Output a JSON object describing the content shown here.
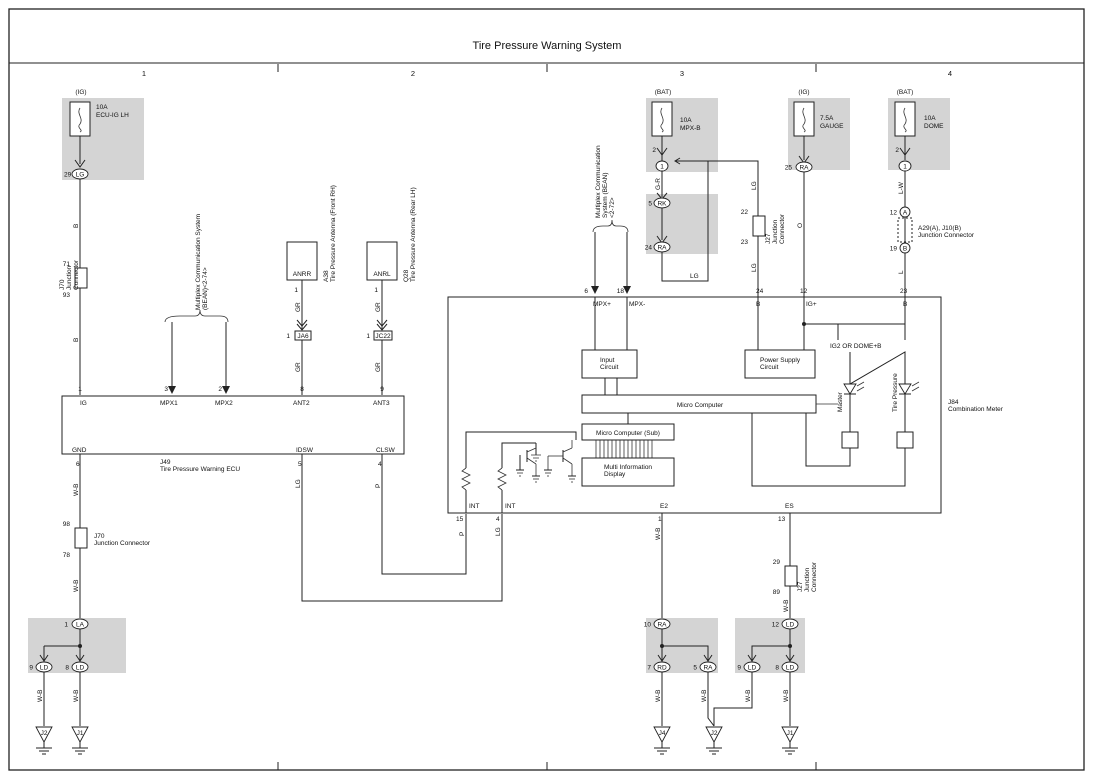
{
  "title": "Tire Pressure Warning System",
  "columns": [
    "1",
    "2",
    "3",
    "4"
  ],
  "fuses": [
    {
      "supply": "(IG)",
      "rating": "10A",
      "name": "ECU-IG LH",
      "pin_num": "29",
      "pin_code": "LG"
    },
    {
      "supply": "(BAT)",
      "rating": "10A",
      "name": "MPX-B",
      "pin_num": "2",
      "pin_code": "1"
    },
    {
      "supply": "(IG)",
      "rating": "7.5A",
      "name": "GAUGE",
      "pin_num": "25",
      "pin_code": "RA"
    },
    {
      "supply": "(BAT)",
      "rating": "10A",
      "name": "DOME",
      "pin_num": "2",
      "pin_code": "1"
    }
  ],
  "wires": {
    "b": "B",
    "gr": "GR",
    "lg": "LG",
    "p": "P",
    "wb": "W-B",
    "gr_lh": "G-R",
    "o": "O",
    "l": "L",
    "lw": "L-W"
  },
  "j70a": {
    "top": "71",
    "bottom": "93",
    "label": "J70\nJunction\nConnector"
  },
  "j70b": {
    "top": "98",
    "bottom": "78",
    "label": "J70\nJunction Connector"
  },
  "j27a": {
    "top": "22",
    "bottom": "23",
    "label": "J27\nJunction\nConnector"
  },
  "j27b": {
    "top": "29",
    "bottom": "89",
    "label": "J27\nJunction\nConnector"
  },
  "a29": {
    "top": "12",
    "top_code": "A",
    "bottom": "19",
    "bottom_code": "B",
    "label": "A29(A), J10(B)\nJunction Connector"
  },
  "mpx_label_left": "Multiplex Communication System\n(BEAN)<2-74>",
  "mpx_label_right": "Multiplex Communication\nSystem (BEAN)\n<2-72>",
  "ant_front": {
    "box": "ANRR",
    "label": "A38\nTire Pressure Antenna (Front RH)",
    "pin": "1",
    "jc": "JA6",
    "jc_pin": "1"
  },
  "ant_rear": {
    "box": "ANRL",
    "label": "Q28\nTire Pressure Antenna (Rear LH)",
    "pin": "1",
    "jc": "JC22",
    "jc_pin": "1"
  },
  "ecu": {
    "name": "J49\nTire Pressure Warning ECU",
    "top_pins": [
      {
        "num": "1",
        "label": "IG"
      },
      {
        "num": "3",
        "label": "MPX1"
      },
      {
        "num": "2",
        "label": "MPX2"
      },
      {
        "num": "8",
        "label": "ANT2"
      },
      {
        "num": "9",
        "label": "ANT3"
      }
    ],
    "bottom_pins": [
      {
        "num": "6",
        "label": "GND"
      },
      {
        "num": "5",
        "label": "IDSW"
      },
      {
        "num": "4",
        "label": "CLSW"
      }
    ]
  },
  "meter": {
    "name": "J84\nCombination Meter",
    "top_pins": [
      {
        "num": "6",
        "label": "MPX+"
      },
      {
        "num": "18",
        "label": "MPX-"
      },
      {
        "num": "24",
        "label": "B"
      },
      {
        "num": "12",
        "label": "IG+"
      },
      {
        "num": "23",
        "label": "B"
      }
    ],
    "bottom_pins": [
      {
        "num": "15",
        "label": "INT"
      },
      {
        "num": "4",
        "label": "INT"
      },
      {
        "num": "1",
        "label": "E2"
      },
      {
        "num": "13",
        "label": "ES"
      }
    ],
    "input_circuit": "Input\nCircuit",
    "power_supply": "Power Supply\nCircuit",
    "micro": "Micro Computer",
    "micro_sub": "Micro Computer (Sub)",
    "mid": "Multi Information\nDisplay",
    "ig2_label": "IG2 OR DOME+B",
    "master": "Master",
    "tire_pressure": "Tire Pressure"
  },
  "conn_rk": {
    "num": "5",
    "code": "RK"
  },
  "conn_ra24": {
    "num": "24",
    "code": "RA"
  },
  "ground_left": {
    "top_num": "1",
    "top_code": "LA",
    "left_num": "9",
    "left_code": "LD",
    "right_num": "8",
    "right_code": "LD"
  },
  "ground_mid": {
    "top_num": "10",
    "top_code": "RA",
    "left_num": "7",
    "left_code": "RD",
    "right_num": "5",
    "right_code": "RA"
  },
  "ground_right": {
    "top_num": "12",
    "top_code": "LD",
    "left_num": "9",
    "left_code": "LD",
    "right_num": "8",
    "right_code": "LD"
  },
  "grounds": [
    "J2",
    "J1",
    "J4",
    "J2",
    "J1"
  ]
}
